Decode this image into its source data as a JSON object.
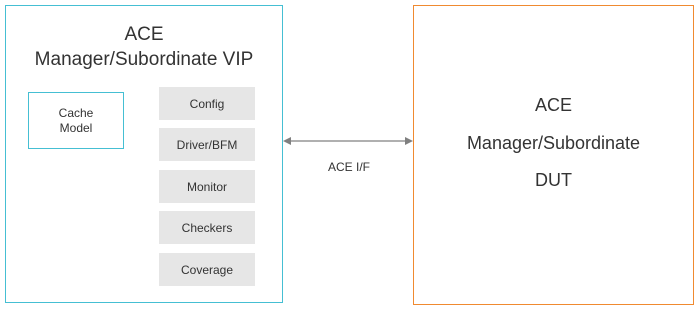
{
  "vip": {
    "title_line1": "ACE",
    "title_line2": "Manager/Subordinate VIP",
    "cache_model": {
      "line1": "Cache",
      "line2": "Model"
    },
    "components": [
      "Config",
      "Driver/BFM",
      "Monitor",
      "Checkers",
      "Coverage"
    ]
  },
  "interface": {
    "label": "ACE I/F"
  },
  "dut": {
    "line1": "ACE",
    "line2": "Manager/Subordinate",
    "line3": "DUT"
  },
  "colors": {
    "vip_border": "#45bfd3",
    "dut_border": "#f08a30",
    "component_fill": "#e6e6e6",
    "arrow": "#808080"
  }
}
